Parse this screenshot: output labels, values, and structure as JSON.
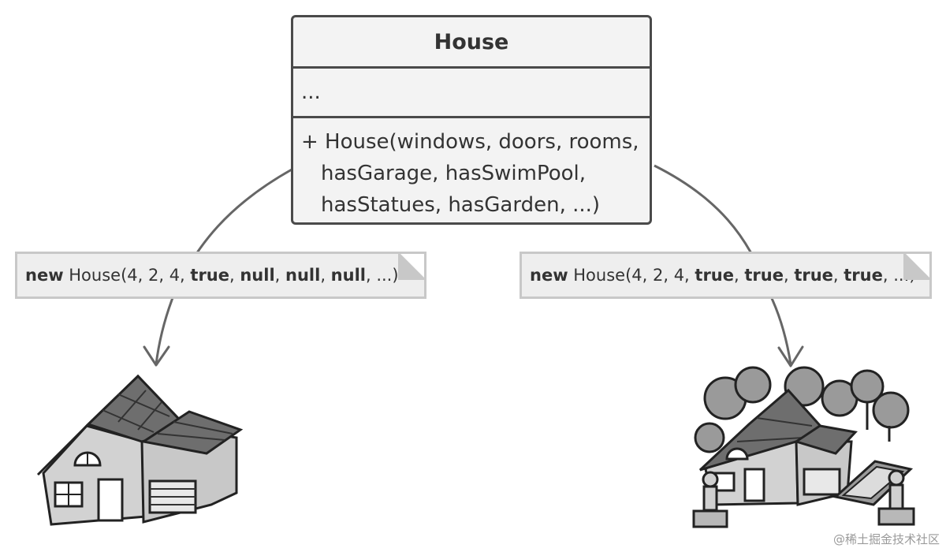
{
  "uml_class": {
    "name": "House",
    "attributes": "...",
    "constructor_lines": [
      "+ House(windows, doors, rooms,",
      "hasGarage, hasSwimPool,",
      "hasStatues, hasGarden, ...)"
    ]
  },
  "notes": {
    "left": {
      "keyword": "new",
      "call": " House(4, 2, 4, ",
      "args": [
        "true",
        "null",
        "null",
        "null"
      ],
      "tail": " ...)"
    },
    "right": {
      "keyword": "new",
      "call": " House(4, 2, 4, ",
      "args": [
        "true",
        "true",
        "true",
        "true"
      ],
      "tail": " ...)"
    }
  },
  "illustrations": {
    "left": "simple-house-with-garage",
    "right": "house-with-garage-trees-pool-statues"
  },
  "watermark": "@稀土掘金技术社区",
  "colors": {
    "line": "#666666",
    "box_border": "#4a4a4a",
    "box_fill": "#f3f3f3",
    "note_border": "#c8c8c8",
    "note_fill": "#eeeeee",
    "roof": "#6e6e6e",
    "wall": "#d2d2d2",
    "tree": "#9a9a9a"
  }
}
